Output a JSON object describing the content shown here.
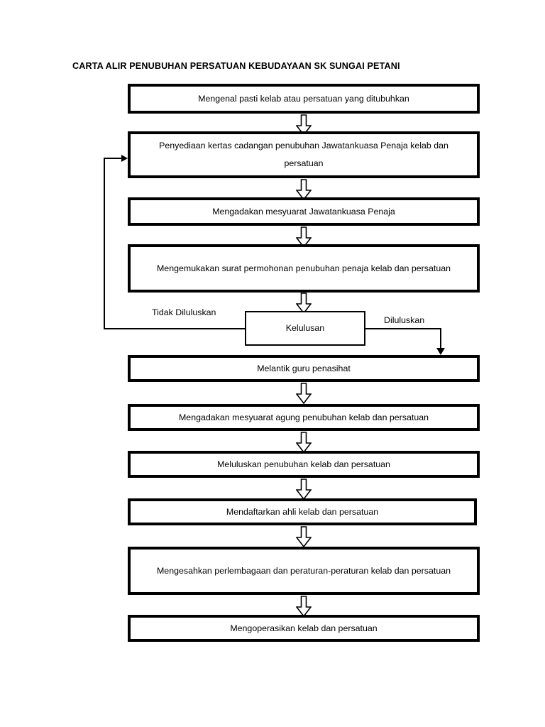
{
  "document": {
    "title": "CARTA ALIR PENUBUHAN PERSATUAN KEBUDAYAAN SK SUNGAI PETANI",
    "language": "ms",
    "page_background": "#ffffff",
    "ink_color": "#000000"
  },
  "flowchart": {
    "type": "flowchart",
    "orientation": "top-to-bottom",
    "nodes": [
      {
        "id": "n1",
        "label": "Mengenal pasti kelab atau persatuan yang ditubuhkan",
        "shape": "process"
      },
      {
        "id": "n2",
        "label": "Penyediaan kertas cadangan penubuhan Jawatankuasa Penaja kelab dan persatuan",
        "shape": "process"
      },
      {
        "id": "n3",
        "label": "Mengadakan mesyuarat Jawatankuasa Penaja",
        "shape": "process"
      },
      {
        "id": "n4",
        "label": "Mengemukakan surat permohonan penubuhan penaja kelab dan persatuan",
        "shape": "process"
      },
      {
        "id": "n5",
        "label": "Kelulusan",
        "shape": "decision"
      },
      {
        "id": "n6",
        "label": "Melantik guru penasihat",
        "shape": "process"
      },
      {
        "id": "n7",
        "label": "Mengadakan mesyuarat agung penubuhan kelab dan persatuan",
        "shape": "process"
      },
      {
        "id": "n8",
        "label": "Meluluskan penubuhan kelab dan persatuan",
        "shape": "process"
      },
      {
        "id": "n9",
        "label": "Mendaftarkan ahli kelab dan persatuan",
        "shape": "process"
      },
      {
        "id": "n10",
        "label": "Mengesahkan perlembagaan dan peraturan-peraturan kelab dan persatuan",
        "shape": "process"
      },
      {
        "id": "n11",
        "label": "Mengoperasikan kelab dan persatuan",
        "shape": "process"
      }
    ],
    "branch_labels": {
      "rejected": "Tidak Diluluskan",
      "approved": "Diluluskan"
    },
    "edges": [
      {
        "from": "n1",
        "to": "n2",
        "style": "block-arrow",
        "label": ""
      },
      {
        "from": "n2",
        "to": "n3",
        "style": "block-arrow",
        "label": ""
      },
      {
        "from": "n3",
        "to": "n4",
        "style": "block-arrow",
        "label": ""
      },
      {
        "from": "n4",
        "to": "n5",
        "style": "block-arrow",
        "label": ""
      },
      {
        "from": "n5",
        "to": "n2",
        "style": "line-arrow",
        "label": "Tidak Diluluskan"
      },
      {
        "from": "n5",
        "to": "n6",
        "style": "line-arrow",
        "label": "Diluluskan"
      },
      {
        "from": "n6",
        "to": "n7",
        "style": "block-arrow",
        "label": ""
      },
      {
        "from": "n7",
        "to": "n8",
        "style": "block-arrow",
        "label": ""
      },
      {
        "from": "n8",
        "to": "n9",
        "style": "block-arrow",
        "label": ""
      },
      {
        "from": "n9",
        "to": "n10",
        "style": "block-arrow",
        "label": ""
      },
      {
        "from": "n10",
        "to": "n11",
        "style": "block-arrow",
        "label": ""
      }
    ]
  }
}
